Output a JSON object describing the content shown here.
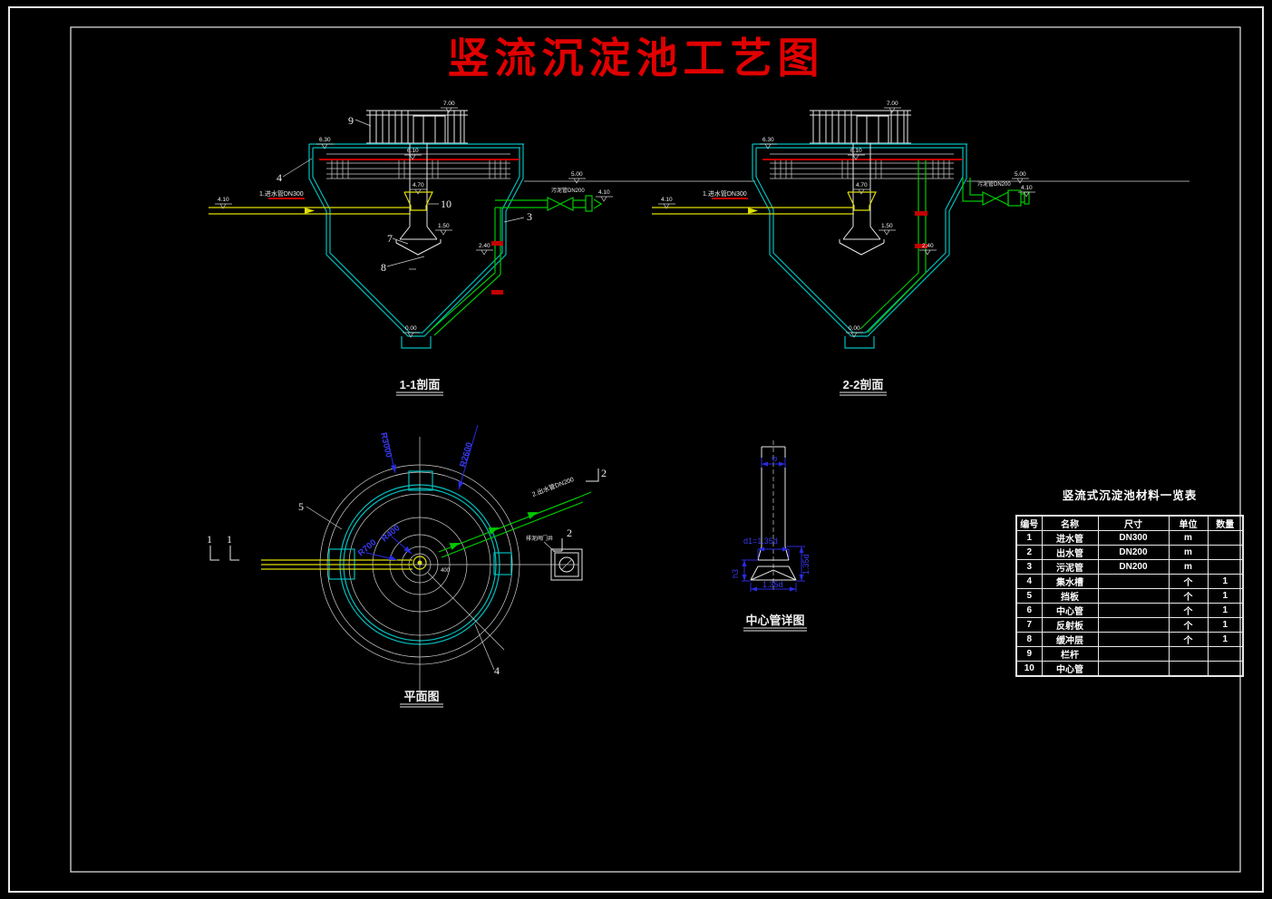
{
  "frame": {
    "title": "竖流沉淀池工艺图"
  },
  "colors": {
    "background": "#000000",
    "line": "#e8e8e8",
    "tank": "#00bdbd",
    "water_level": "#c30000",
    "inlet_pipe": "#dede00",
    "sludge_pipe": "#00c800",
    "dim_blue": "#2a2ae0",
    "title_red": "#e00000"
  },
  "s11": {
    "caption": "1-1剖面",
    "balloons": {
      "b9": "9",
      "b4": "4",
      "b10": "10",
      "b7": "7",
      "b8": "8",
      "b3": "3"
    },
    "pipe_label": "1.进水管DN300",
    "valve_label": "污泥管DN200",
    "dims": [
      "7.00",
      "6.30",
      "6.10",
      "5.00",
      "4.70",
      "4.10",
      "4.10",
      "1.50",
      "2.40",
      "0.00"
    ]
  },
  "s22": {
    "caption": "2-2剖面",
    "pipe_label": "1.进水管DN300",
    "valve_label": "污泥管DN200",
    "dims": [
      "7.00",
      "6.30",
      "6.10",
      "5.00",
      "4.70",
      "4.10",
      "4.10",
      "1.50",
      "2.40",
      "0.00"
    ]
  },
  "plan": {
    "caption": "平面图",
    "radius_labels": [
      "R3000",
      "R2600",
      "R700",
      "R400"
    ],
    "balloons": {
      "b5": "5",
      "b4": "4"
    },
    "outlet_label": "2.出水管DN200",
    "well_label": "排泥阀门井",
    "cut_marks": [
      "1",
      "1",
      "2",
      "2"
    ],
    "center_dim": "400"
  },
  "detail": {
    "caption": "中心管详图",
    "dims": {
      "top": "d",
      "mid": "d1=1.35d",
      "right": "1.35d",
      "left": "h3",
      "bottom": "1.35d"
    }
  },
  "table": {
    "title": "竖流式沉淀池材料一览表",
    "headers": [
      "编号",
      "名称",
      "尺寸",
      "单位",
      "数量"
    ],
    "rows": [
      [
        "1",
        "进水管",
        "DN300",
        "m",
        ""
      ],
      [
        "2",
        "出水管",
        "DN200",
        "m",
        ""
      ],
      [
        "3",
        "污泥管",
        "DN200",
        "m",
        ""
      ],
      [
        "4",
        "集水槽",
        "",
        "个",
        "1"
      ],
      [
        "5",
        "挡板",
        "",
        "个",
        "1"
      ],
      [
        "6",
        "中心管",
        "",
        "个",
        "1"
      ],
      [
        "7",
        "反射板",
        "",
        "个",
        "1"
      ],
      [
        "8",
        "缓冲层",
        "",
        "个",
        "1"
      ],
      [
        "9",
        "栏杆",
        "",
        "",
        ""
      ],
      [
        "10",
        "中心管",
        "",
        "",
        ""
      ]
    ]
  }
}
